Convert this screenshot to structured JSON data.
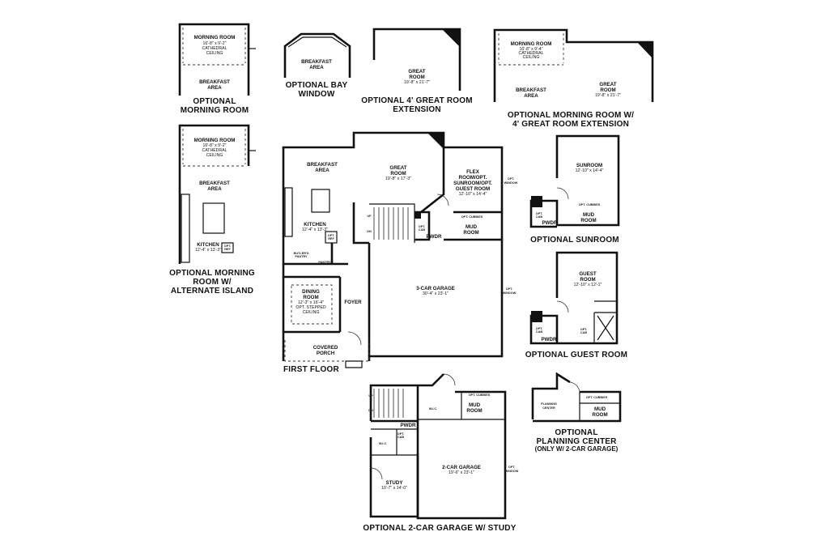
{
  "captions": {
    "opt_morning_room": [
      "OPTIONAL",
      "MORNING ROOM"
    ],
    "opt_bay_window": [
      "OPTIONAL BAY",
      "WINDOW"
    ],
    "opt_great_room_ext": [
      "OPTIONAL 4' GREAT ROOM",
      "EXTENSION"
    ],
    "opt_morning_room_ext": [
      "OPTIONAL MORNING ROOM W/",
      "4' GREAT ROOM EXTENSION"
    ],
    "opt_morning_room_island": [
      "OPTIONAL MORNING",
      "ROOM W/",
      "ALTERNATE ISLAND"
    ],
    "first_floor": "FIRST FLOOR",
    "opt_sunroom": "OPTIONAL SUNROOM",
    "opt_guest_room": "OPTIONAL GUEST ROOM",
    "opt_planning_center": [
      "OPTIONAL",
      "PLANNING CENTER"
    ],
    "planning_center_note": "(ONLY W/ 2-CAR GARAGE)",
    "opt_2car_study": "OPTIONAL 2-CAR GARAGE W/ STUDY"
  },
  "rooms": {
    "morning_room": {
      "name": "MORNING ROOM",
      "dim": "16'-8\" x 9'-2\"",
      "note": "CATHEDRAL",
      "note2": "CEILING"
    },
    "morning_room_ext": {
      "name": "MORNING ROOM",
      "dim": "16'-8\" x 9'-4\"",
      "note": "CATHEDRAL",
      "note2": "CEILING"
    },
    "breakfast_area": [
      "BREAKFAST",
      "AREA"
    ],
    "great_room": {
      "name": "GREAT",
      "name2": "ROOM",
      "dim": "19'-8\" x 17'-3\""
    },
    "great_room_ext": {
      "name": "GREAT",
      "name2": "ROOM",
      "dim": "19'-8\" x 21'-7\""
    },
    "flex_room": {
      "name": [
        "FLEX",
        "ROOM/OPT.",
        "SUNROOM/OPT.",
        "GUEST ROOM"
      ],
      "dim": "12'-10\" x 14'-4\""
    },
    "kitchen": {
      "name": "KITCHEN",
      "dim": "12'-4\" x 13'-3\""
    },
    "dining_room": {
      "name": [
        "DINING",
        "ROOM"
      ],
      "dim": "12'-3\" x 16'-4\"",
      "note": [
        "OPT. STEPPED",
        "CEILING"
      ]
    },
    "foyer": "FOYER",
    "butlers_pantry": [
      "BUTLER'S",
      "PANTRY"
    ],
    "pantry": "PANTRY",
    "covered_porch": [
      "COVERED",
      "PORCH"
    ],
    "garage_3car": {
      "name": "3-CAR GARAGE",
      "dim": "30'-4\" x 23'-1\""
    },
    "garage_2car": {
      "name": "2-CAR GARAGE",
      "dim": "19'-6\" x 23'-1\""
    },
    "pwdr": "PWDR",
    "mud_room": [
      "MUD",
      "ROOM"
    ],
    "opt_cubbies": "OPT. CUBBIES",
    "opt_cab": [
      "OPT.",
      "CAB"
    ],
    "opt_window": [
      "OPT.",
      "WINDOW"
    ],
    "opt_ref": [
      "OPT.",
      "REF"
    ],
    "sunroom": {
      "name": "SUNROOM",
      "dim": "12'-10\" x 14'-4\""
    },
    "guest_room": {
      "name": [
        "GUEST",
        "ROOM"
      ],
      "dim": "12'-10\" x 12'-1\""
    },
    "study": {
      "name": "STUDY",
      "dim": "10'-7\" x 14'-0\""
    },
    "wic": "W.I.C.",
    "planning_center": [
      "PLANNING",
      "CENTER"
    ],
    "up": "UP",
    "dn": "DN"
  }
}
